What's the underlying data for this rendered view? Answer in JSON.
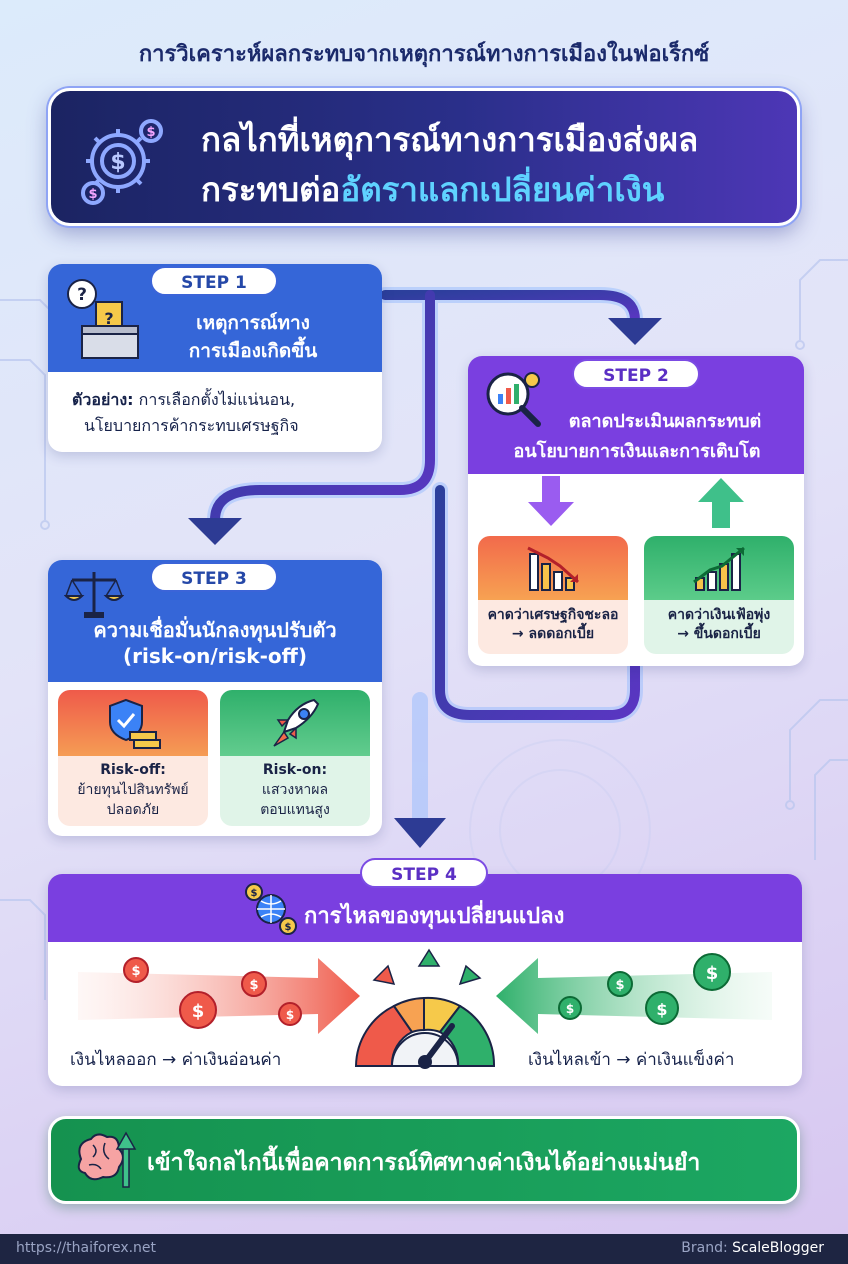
{
  "header": {
    "title": "การวิเคราะห์ผลกระทบจากเหตุการณ์ทางการเมืองในฟอเร็กซ์",
    "banner_line1": "กลไกที่เหตุการณ์ทางการเมืองส่งผล",
    "banner_line2_a": "กระทบต่อ",
    "banner_line2_b": "อัตราแลกเปลี่ยนค่าเงิน"
  },
  "steps": {
    "step1": {
      "label": "STEP 1",
      "title_l1": "เหตุการณ์ทาง",
      "title_l2": "การเมืองเกิดขึ้น",
      "example_label": "ตัวอย่าง:",
      "example_l1": " การเลือกตั้งไม่แน่นอน,",
      "example_l2": "นโยบายการค้ากระทบเศรษฐกิจ"
    },
    "step2": {
      "label": "STEP 2",
      "title_l1": "ตลาดประเมินผลกระทบต่",
      "title_l2": "อนโยบายการเงินและการเติบโต",
      "left_l1": "คาดว่าเศรษฐกิจชะลอ",
      "left_l2": "→ ลดดอกเบี้ย",
      "right_l1": "คาดว่าเงินเฟ้อพุ่ง",
      "right_l2": "→ ขึ้นดอกเบี้ย"
    },
    "step3": {
      "label": "STEP 3",
      "title_l1": "ความเชื่อมั่นนักลงทุนปรับตัว",
      "title_l2": "(risk-on/risk-off)",
      "left_title": "Risk-off:",
      "left_l1": "ย้ายทุนไปสินทรัพย์",
      "left_l2": "ปลอดภัย",
      "right_title": "Risk-on:",
      "right_l1": "แสวงหาผล",
      "right_l2": "ตอบแทนสูง"
    },
    "step4": {
      "label": "STEP 4",
      "title": "การไหลของทุนเปลี่ยนแปลง",
      "outflow": "เงินไหลออก → ค่าเงินอ่อนค่า",
      "inflow": "เงินไหลเข้า → ค่าเงินแข็งค่า"
    }
  },
  "footer": {
    "message": "เข้าใจกลไกนี้เพื่อคาดการณ์ทิศทางค่าเงินได้อย่างแม่นยำ",
    "url": "https://thaiforex.net",
    "brand_label": "Brand:",
    "brand_name": "ScaleBlogger"
  },
  "colors": {
    "step_blue": "#3566d8",
    "step_purple": "#7a3fe0",
    "risk_red": "#ef5a4a",
    "risk_green": "#2fb06b",
    "navy": "#1b2a6b"
  },
  "icons": [
    "dollar-gears-icon",
    "ballot-box-icon",
    "question-bubble-icon",
    "analysis-magnifier-icon",
    "down-arrow-icon",
    "up-arrow-icon",
    "falling-chart-icon",
    "rising-chart-icon",
    "scales-icon",
    "shield-gold-icon",
    "rocket-icon",
    "globe-coins-icon",
    "speedometer-icon",
    "brain-arrow-icon"
  ]
}
